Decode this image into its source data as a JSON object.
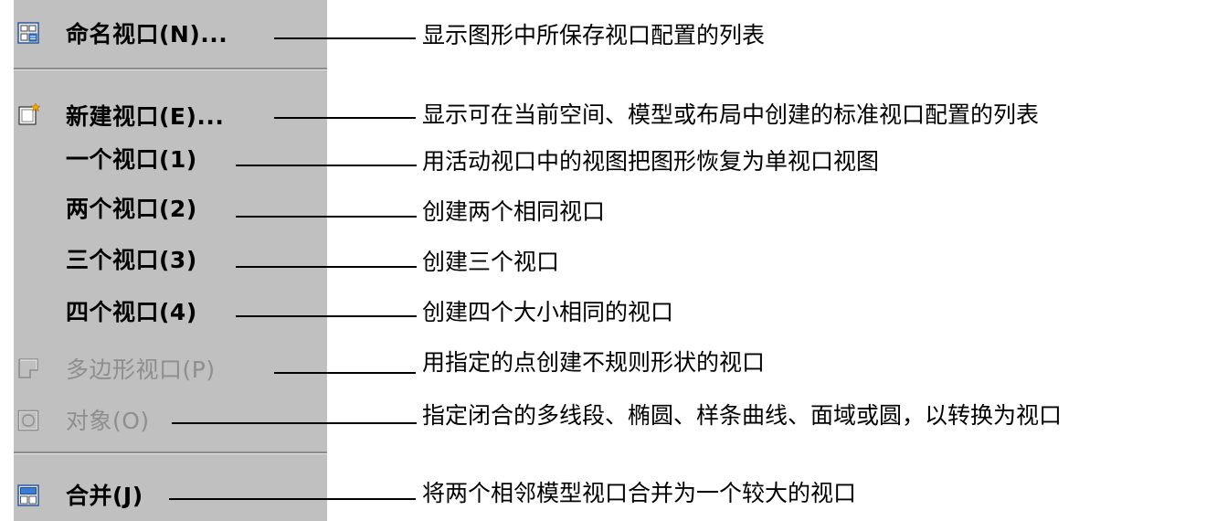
{
  "menu": {
    "items": [
      {
        "id": "named",
        "label": "命名视口(N)...",
        "icon": "named-viewports-icon",
        "enabled": true,
        "description": "显示图形中所保存视口配置的列表"
      },
      {
        "id": "new",
        "label": "新建视口(E)...",
        "icon": "new-viewports-icon",
        "enabled": true,
        "description": "显示可在当前空间、模型或布局中创建的标准视口配置的列表"
      },
      {
        "id": "one",
        "label": "一个视口(1)",
        "icon": null,
        "enabled": true,
        "description": "用活动视口中的视图把图形恢复为单视口视图"
      },
      {
        "id": "two",
        "label": "两个视口(2)",
        "icon": null,
        "enabled": true,
        "description": "创建两个相同视口"
      },
      {
        "id": "three",
        "label": "三个视口(3)",
        "icon": null,
        "enabled": true,
        "description": "创建三个视口"
      },
      {
        "id": "four",
        "label": "四个视口(4)",
        "icon": null,
        "enabled": true,
        "description": "创建四个大小相同的视口"
      },
      {
        "id": "polygonal",
        "label": "多边形视口(P)",
        "icon": "polygonal-viewport-icon",
        "enabled": false,
        "description": "用指定的点创建不规则形状的视口"
      },
      {
        "id": "object",
        "label": "对象(O)",
        "icon": "object-viewport-icon",
        "enabled": false,
        "description": "指定闭合的多线段、椭圆、样条曲线、面域或圆，以转换为视口"
      },
      {
        "id": "join",
        "label": "合并(J)",
        "icon": "join-viewports-icon",
        "enabled": true,
        "description": "将两个相邻模型视口合并为一个较大的视口"
      }
    ]
  },
  "colors": {
    "menu_bg": "#c0c0c0",
    "disabled_text": "#8e8e8e",
    "separator": "#8c8c8c"
  }
}
